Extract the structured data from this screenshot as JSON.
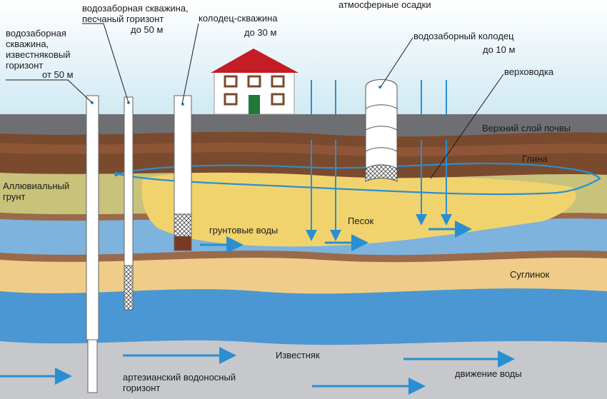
{
  "labels": {
    "well_limestone": "водозаборная\nскважина,\nизвестняковый\nгоризонт",
    "well_limestone_depth": "от 50 м",
    "well_sand": "водозаборная скважина,\nпесчаный горизонт",
    "well_sand_depth": "до 50 м",
    "well_shaft": "колодец-скважина",
    "well_shaft_depth": "до 30 м",
    "precipitation": "атмосферные осадки",
    "dug_well": "водозаборный колодец",
    "dug_well_depth": "до 10 м",
    "perched_water": "верховодка",
    "topsoil": "Верхний слой почвы",
    "clay": "Глина",
    "alluvial": "Аллювиальный\nгрунт",
    "sand": "Песок",
    "groundwater": "грунтовые воды",
    "loam": "Суглинок",
    "limestone": "Известняк",
    "artesian": "артезианский водоносный\nгоризонт",
    "water_flow": "движение воды"
  },
  "colors": {
    "sky": "#d9eef5",
    "topsoil": "#6e6f73",
    "clay": "#7a4a2e",
    "alluvial": "#c8c27a",
    "sand": "#f1d36e",
    "water": "#4a97d3",
    "loam": "#efcd88",
    "limestone": "#c6c8cb",
    "arrow": "#2a8fd0",
    "roof": "#c41d26"
  }
}
